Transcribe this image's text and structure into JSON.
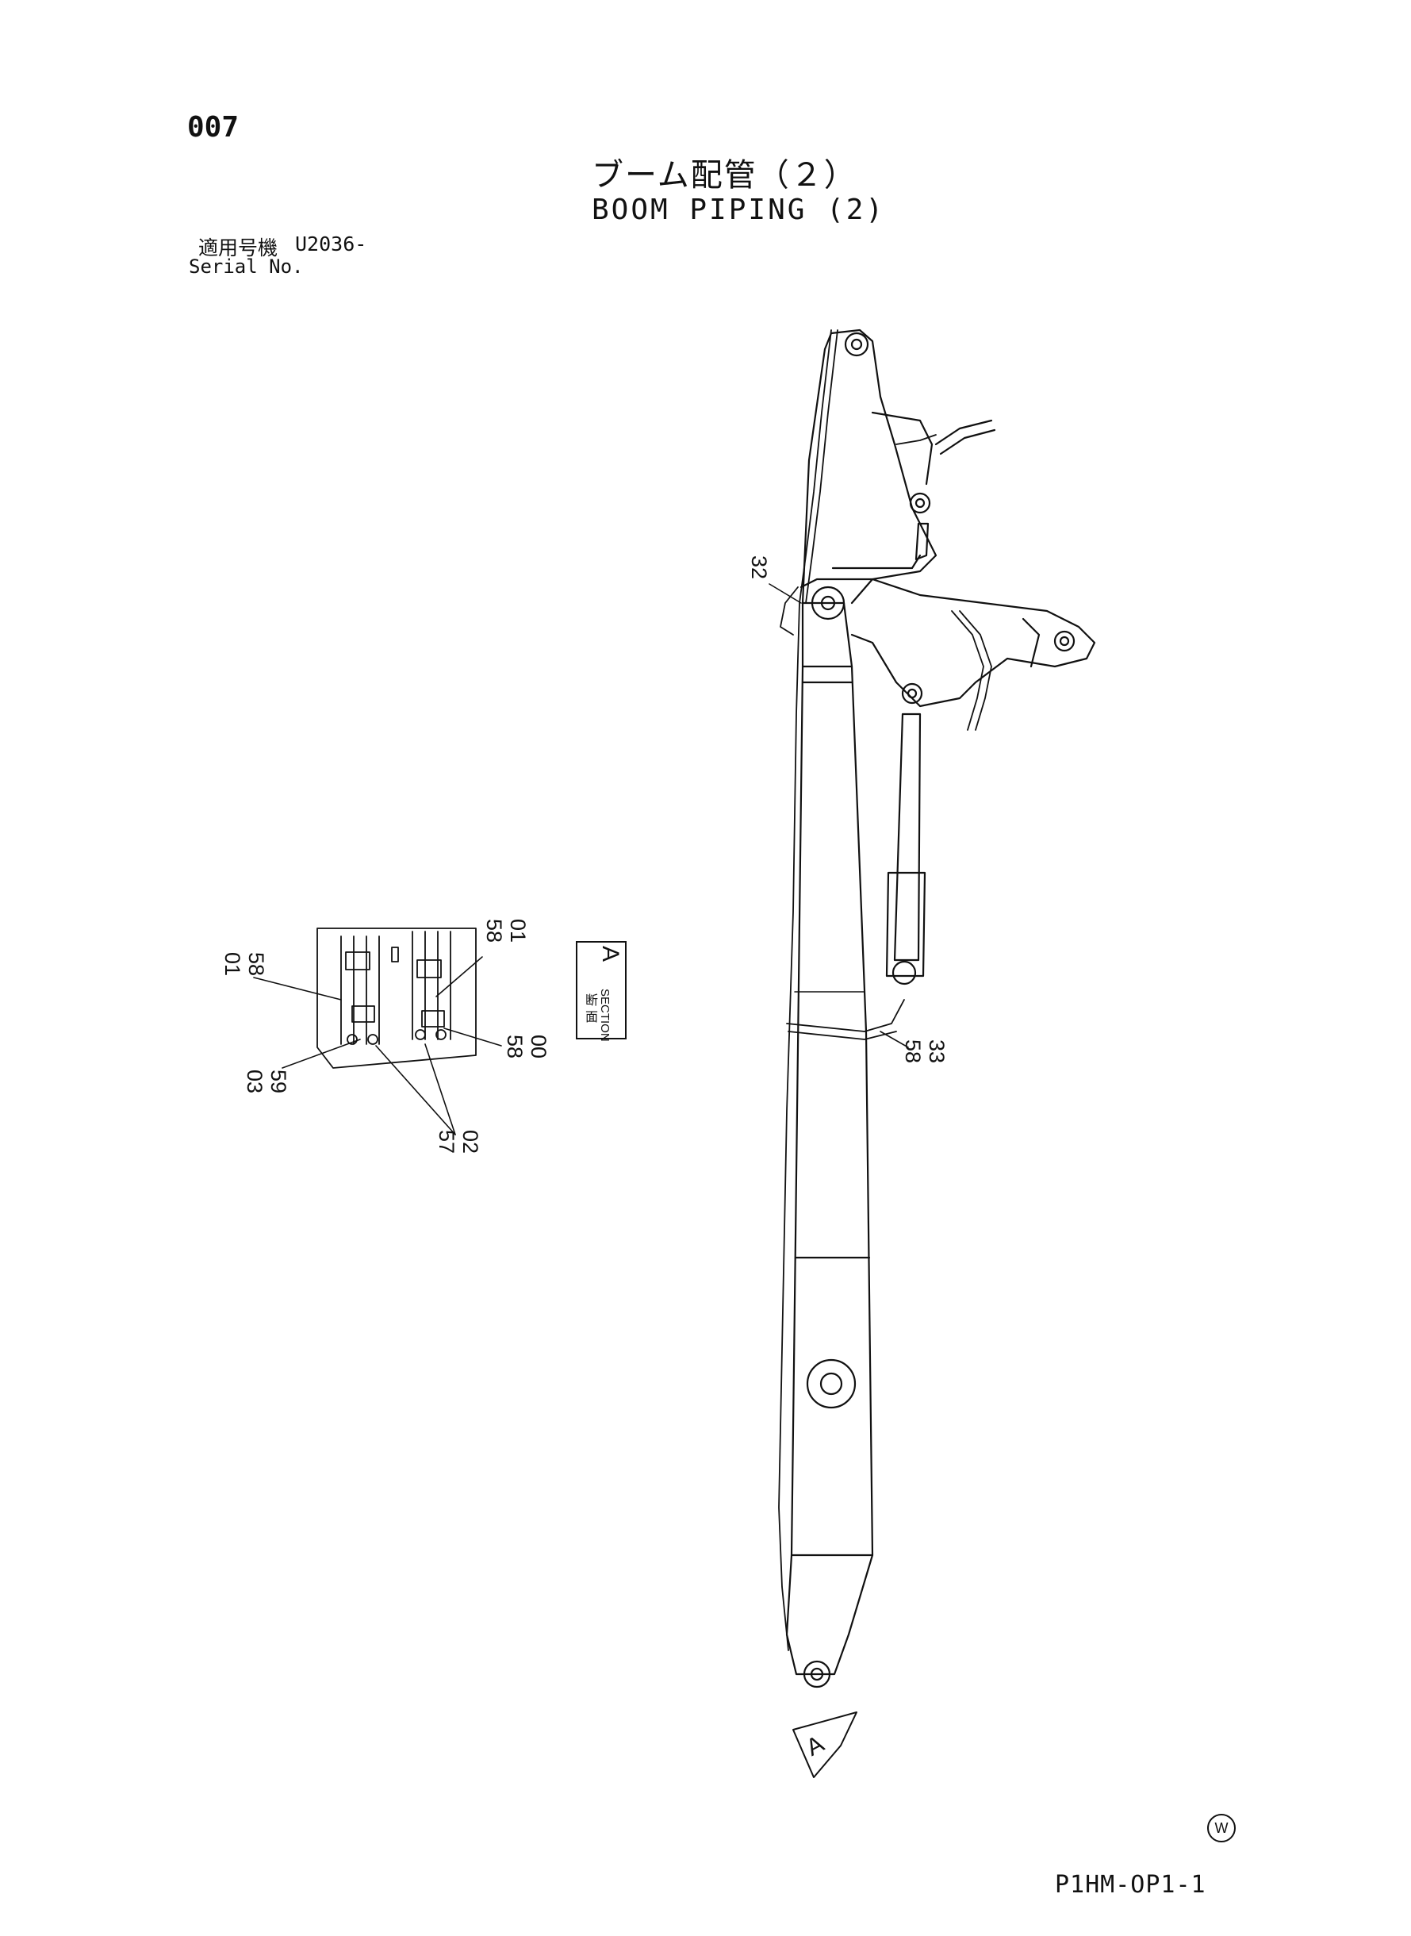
{
  "page": {
    "page_number": "007",
    "title_ja": "ブーム配管（２）",
    "title_en": "BOOM PIPING (2)",
    "serial_label_ja": "適用号機",
    "serial_value": "U2036-",
    "serial_label_en": "Serial No.",
    "drawing_code": "P1HM-OP1-1",
    "mark_w": "W"
  },
  "section": {
    "kanji": "断 面",
    "word": "SECTION",
    "letter": "A",
    "view_letter": "A"
  },
  "callouts": [
    {
      "id": "c32",
      "top": "32",
      "bottom": ""
    },
    {
      "id": "c3358",
      "top": "33",
      "bottom": "58"
    },
    {
      "id": "c5801",
      "top": "58",
      "bottom": "01"
    },
    {
      "id": "c0158",
      "top": "01",
      "bottom": "58"
    },
    {
      "id": "c5903",
      "top": "59",
      "bottom": "03"
    },
    {
      "id": "c0257",
      "top": "02",
      "bottom": "57"
    },
    {
      "id": "c0058",
      "top": "00",
      "bottom": "58"
    }
  ]
}
